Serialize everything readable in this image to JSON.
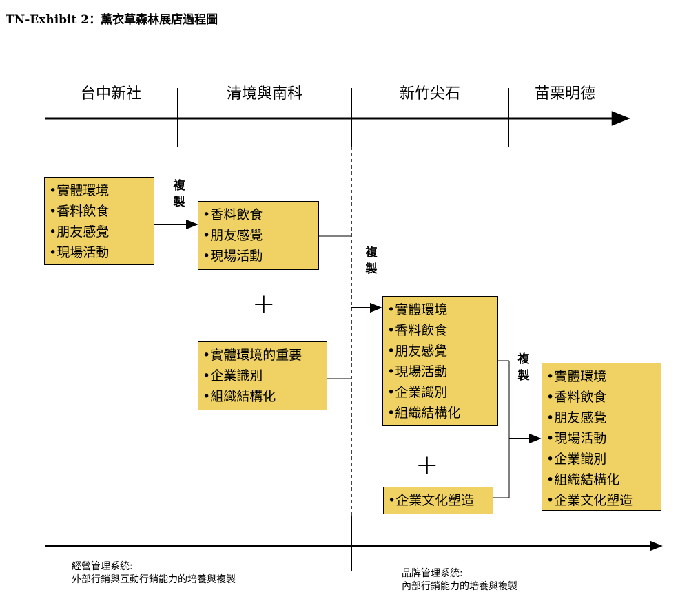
{
  "title": "TN-Exhibit 2：薰衣草森林展店過程圖",
  "stages": [
    "台中新社",
    "清境與南科",
    "新竹尖石",
    "苗栗明德"
  ],
  "replicate_label": [
    "複",
    "製"
  ],
  "plus": "+",
  "boxes": {
    "box1": [
      "•實體環境",
      "•香料飲食",
      "•朋友感覺",
      "•現場活動"
    ],
    "box2": [
      "•香料飲食",
      "•朋友感覺",
      "•現場活動"
    ],
    "box3": [
      "•實體環境的重要",
      "•企業識別",
      "•組織結構化"
    ],
    "box4": [
      "•實體環境",
      "•香料飲食",
      "•朋友感覺",
      "•現場活動",
      "•企業識別",
      "•組織結構化"
    ],
    "box5": [
      "•企業文化塑造"
    ],
    "box6": [
      "•實體環境",
      "•香料飲食",
      "•朋友感覺",
      "•現場活動",
      "•企業識別",
      "•組織結構化",
      "•企業文化塑造"
    ]
  },
  "captions": {
    "left": [
      "經營管理系統:",
      "外部行銷與互動行銷能力的培養與複製"
    ],
    "right": [
      "品牌管理系統:",
      "內部行銷能力的培養與複製"
    ]
  }
}
